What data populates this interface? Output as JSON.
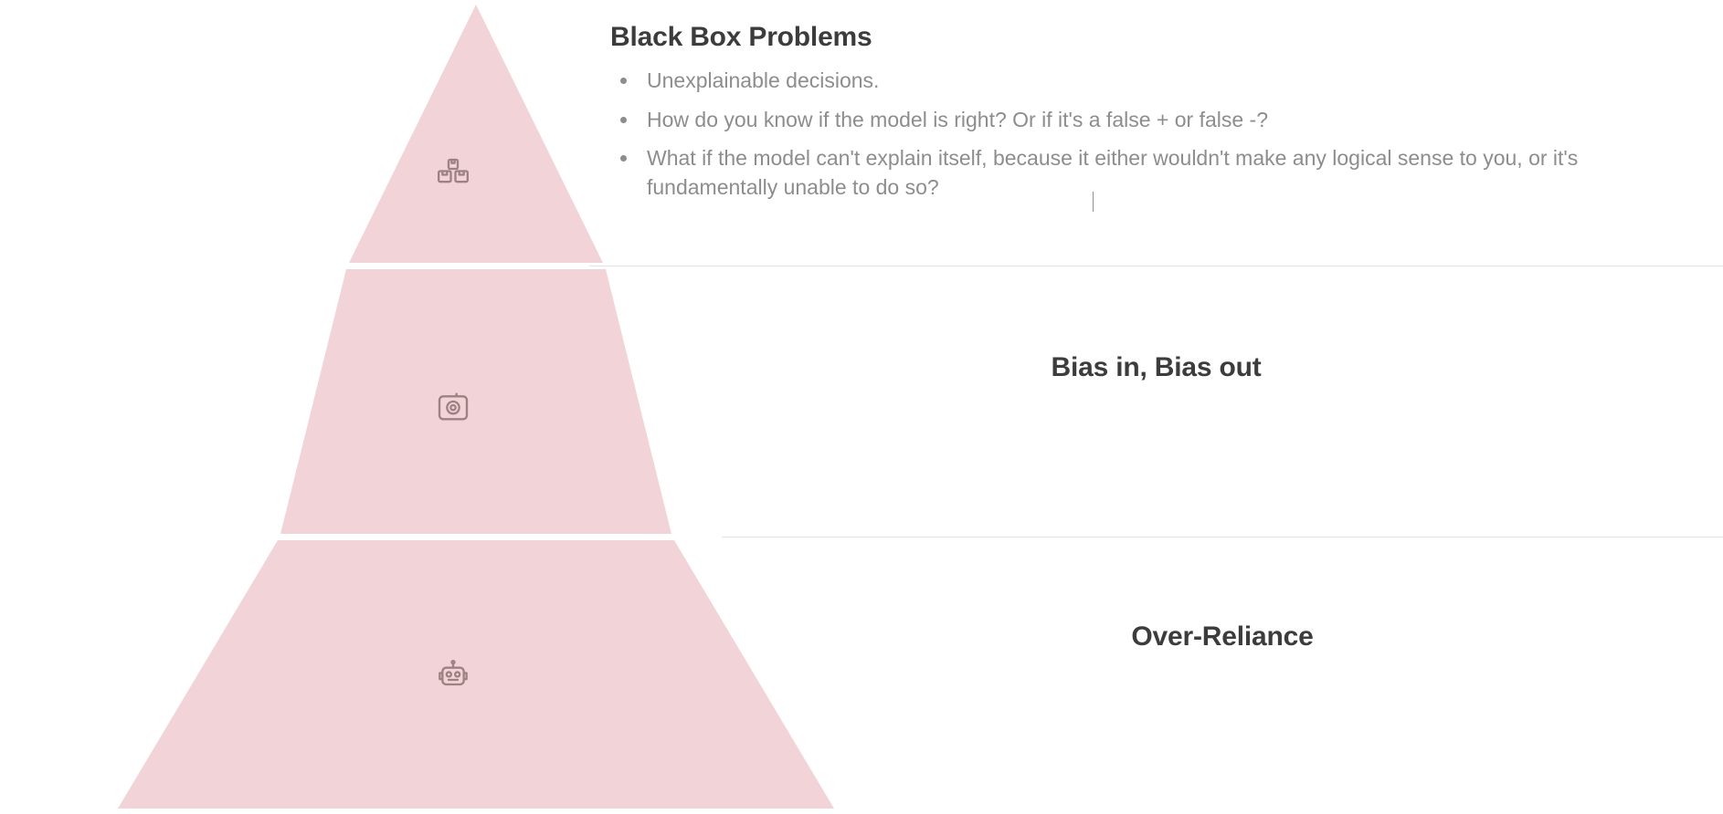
{
  "slide": {
    "background_color": "#ffffff",
    "pyramid_fill": "#f2d4d8",
    "divider_color": "#e3e3e3",
    "title_color": "#3c3c3c",
    "body_text_color": "#8d8d8f",
    "icon_color": "#9d8183"
  },
  "tiers": [
    {
      "index": 1,
      "title": "Black Box Problems",
      "icon": "boxes-icon",
      "bullets": [
        "Unexplainable decisions.",
        "How do you know if the model is right? Or if it's a false + or false -?",
        "What if the model can't explain itself, because it either wouldn't make any logical sense to you, or it's fundamentally unable to do so?"
      ]
    },
    {
      "index": 2,
      "title": "Bias in, Bias out",
      "icon": "camera-icon",
      "bullets": []
    },
    {
      "index": 3,
      "title": "Over-Reliance",
      "icon": "robot-icon",
      "bullets": []
    }
  ]
}
